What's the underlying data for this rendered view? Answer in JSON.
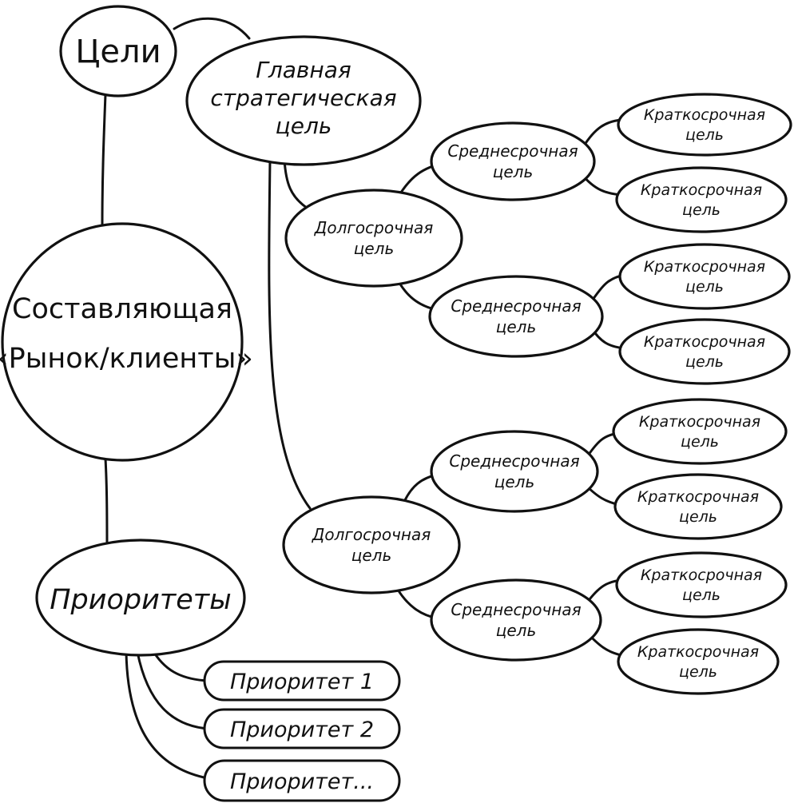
{
  "diagram": {
    "central": {
      "line1": "Составляющая",
      "line2": "«Рынок/клиенты»"
    },
    "goals": {
      "label": "Цели"
    },
    "main_goal": {
      "line1": "Главная",
      "line2": "стратегическая",
      "line3": "цель"
    },
    "priorities": {
      "label": "Приоритеты",
      "items": [
        "Приоритет 1",
        "Приоритет 2",
        "Приоритет..."
      ]
    },
    "long_term": [
      {
        "line1": "Долгосрочная",
        "line2": "цель",
        "mid": [
          {
            "line1": "Среднесрочная",
            "line2": "цель",
            "short": [
              {
                "line1": "Краткосрочная",
                "line2": "цель"
              },
              {
                "line1": "Краткосрочная",
                "line2": "цель"
              }
            ]
          },
          {
            "line1": "Среднесрочная",
            "line2": "цель",
            "short": [
              {
                "line1": "Краткосрочная",
                "line2": "цель"
              },
              {
                "line1": "Краткосрочная",
                "line2": "цель"
              }
            ]
          }
        ]
      },
      {
        "line1": "Долгосрочная",
        "line2": "цель",
        "mid": [
          {
            "line1": "Среднесрочная",
            "line2": "цель",
            "short": [
              {
                "line1": "Краткосрочная",
                "line2": "цель"
              },
              {
                "line1": "Краткосрочная",
                "line2": "цель"
              }
            ]
          },
          {
            "line1": "Среднесрочная",
            "line2": "цель",
            "short": [
              {
                "line1": "Краткосрочная",
                "line2": "цель"
              },
              {
                "line1": "Краткосрочная",
                "line2": "цель"
              }
            ]
          }
        ]
      }
    ]
  }
}
